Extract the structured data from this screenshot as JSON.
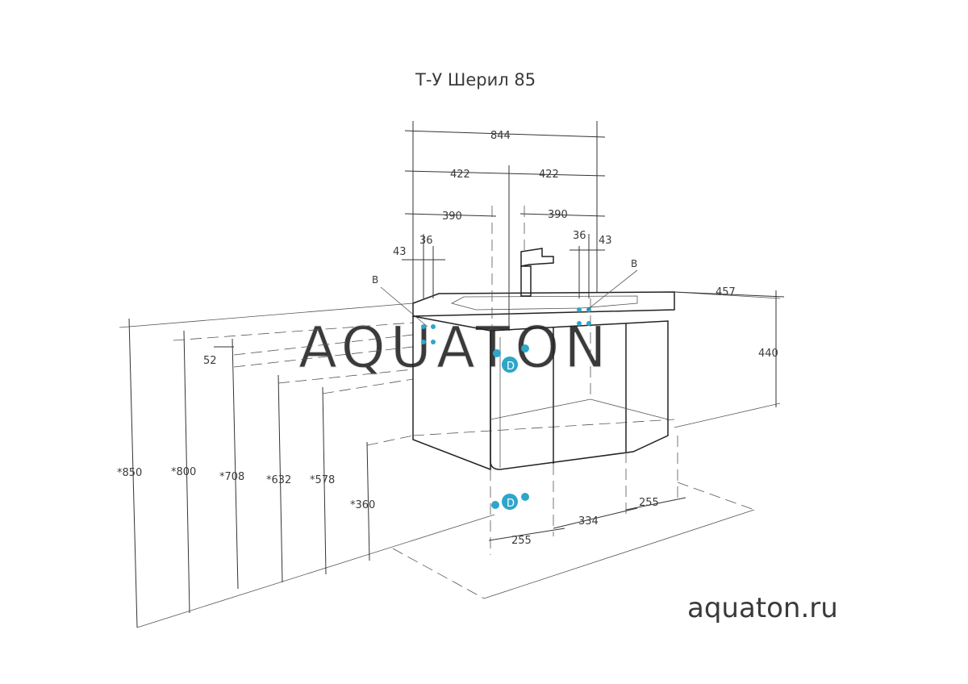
{
  "title": "Т-У Шерил 85",
  "watermark": "aquaton.ru",
  "logo_text": "AQUATON",
  "markers": {
    "b_left": "B",
    "b_right": "B",
    "d_top": "D",
    "d_bottom": "D"
  },
  "dimensions": {
    "width_total": "844",
    "half_left": "422",
    "half_right": "422",
    "hole_left": "390",
    "hole_right": "390",
    "offset_36_left": "36",
    "offset_43_left": "43",
    "offset_36_right": "36",
    "offset_43_right": "43",
    "depth": "457",
    "height_cabinet": "440",
    "gap_52": "52",
    "h850": "*850",
    "h800": "*800",
    "h708": "*708",
    "h632": "*632",
    "h578": "*578",
    "h360": "*360",
    "floor_255_left": "255",
    "floor_334": "334",
    "floor_255_right": "255"
  },
  "colors": {
    "line": "#333333",
    "connection_point": "#2ea6c8",
    "watermark": "#d6d6d6"
  }
}
